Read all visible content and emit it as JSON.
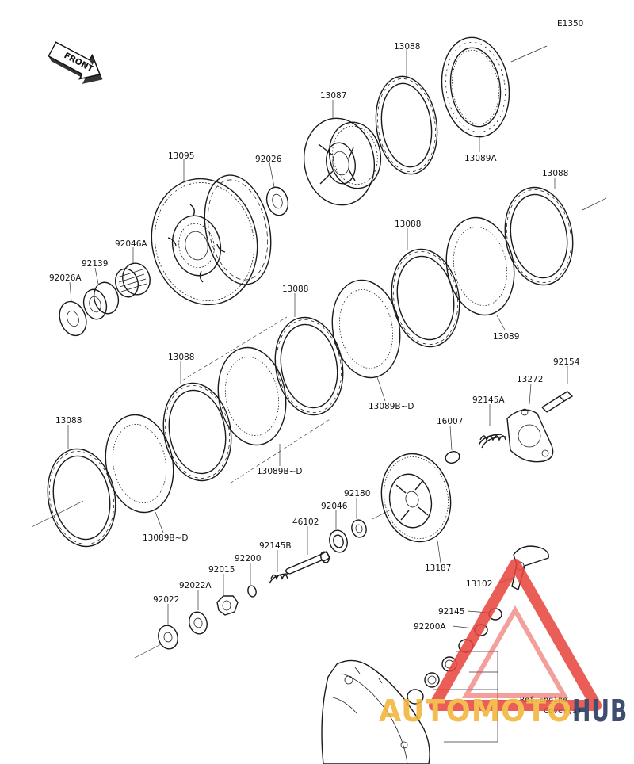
{
  "diagram": {
    "code": "E1350",
    "front_label": "FRONT",
    "labels": {
      "p13088_a": "13088",
      "p13089A": "13089A",
      "p13087": "13087",
      "p13095": "13095",
      "p92026": "92026",
      "p92046A": "92046A",
      "p92139": "92139",
      "p92026A": "92026A",
      "p13088_b": "13088",
      "p13088_c": "13088",
      "p13089": "13089",
      "p13088_d": "13088",
      "p13089BD_a": "13089B~D",
      "p13088_e": "13088",
      "p13089BD_b": "13089B~D",
      "p13088_f": "13088",
      "p13089BD_c": "13089B~D",
      "p92154": "92154",
      "p13272": "13272",
      "p92145A": "92145A",
      "p16007": "16007",
      "p92180": "92180",
      "p92046": "92046",
      "p46102": "46102",
      "p92145B": "92145B",
      "p92200": "92200",
      "p92015": "92015",
      "p92022A": "92022A",
      "p92022": "92022",
      "p13187": "13187",
      "p13102": "13102",
      "p92145": "92145",
      "p92200A": "92200A",
      "ref_line1": "Ref.Engine",
      "ref_line2": "Cover(s)"
    }
  },
  "watermark": {
    "text_left": "AUTOMOTO",
    "text_right": "HUB",
    "colors": {
      "red": "#e8423c",
      "gold": "#f2b233",
      "blue": "#1e2f56"
    }
  }
}
